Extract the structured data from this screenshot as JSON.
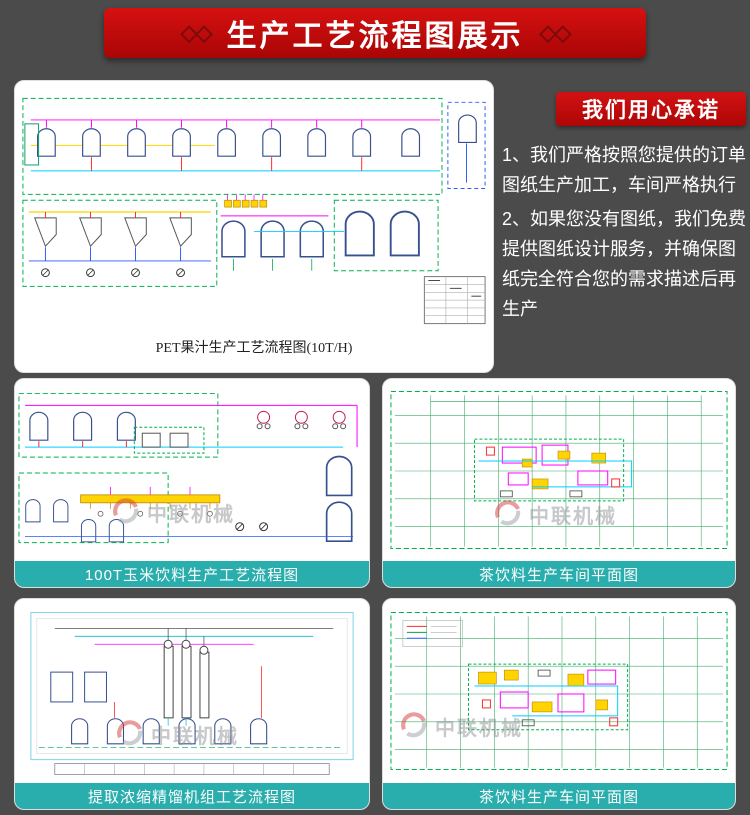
{
  "colors": {
    "background": "#4b4b4b",
    "banner_red": "#c00a0a",
    "badge_red": "#c90d0d",
    "caption_teal": "#29adad",
    "card_white": "#ffffff"
  },
  "header": {
    "title": "生产工艺流程图展示",
    "ornament_left": "◇◇",
    "ornament_right": "◇◇"
  },
  "promise": {
    "title": "我们用心承诺",
    "item1": "1、我们严格按照您提供的订单图纸生产加工，车间严格执行",
    "item2": "2、如果您没有图纸，我们免费提供图纸设计服务，并确保图纸完全符合您的需求描述后再生产"
  },
  "cards": [
    {
      "id": "pet-juice-flow",
      "caption": "PET果汁生产工艺流程图(10T/H)"
    },
    {
      "id": "corn-beverage-flow",
      "caption": "100T玉米饮料生产工艺流程图"
    },
    {
      "id": "tea-plant-layout-1",
      "caption": "茶饮料生产车间平面图"
    },
    {
      "id": "extraction-unit-flow",
      "caption": "提取浓缩精馏机组工艺流程图"
    },
    {
      "id": "tea-plant-layout-2",
      "caption": "茶饮料生产车间平面图"
    }
  ],
  "watermark": {
    "text": "中联机械"
  }
}
